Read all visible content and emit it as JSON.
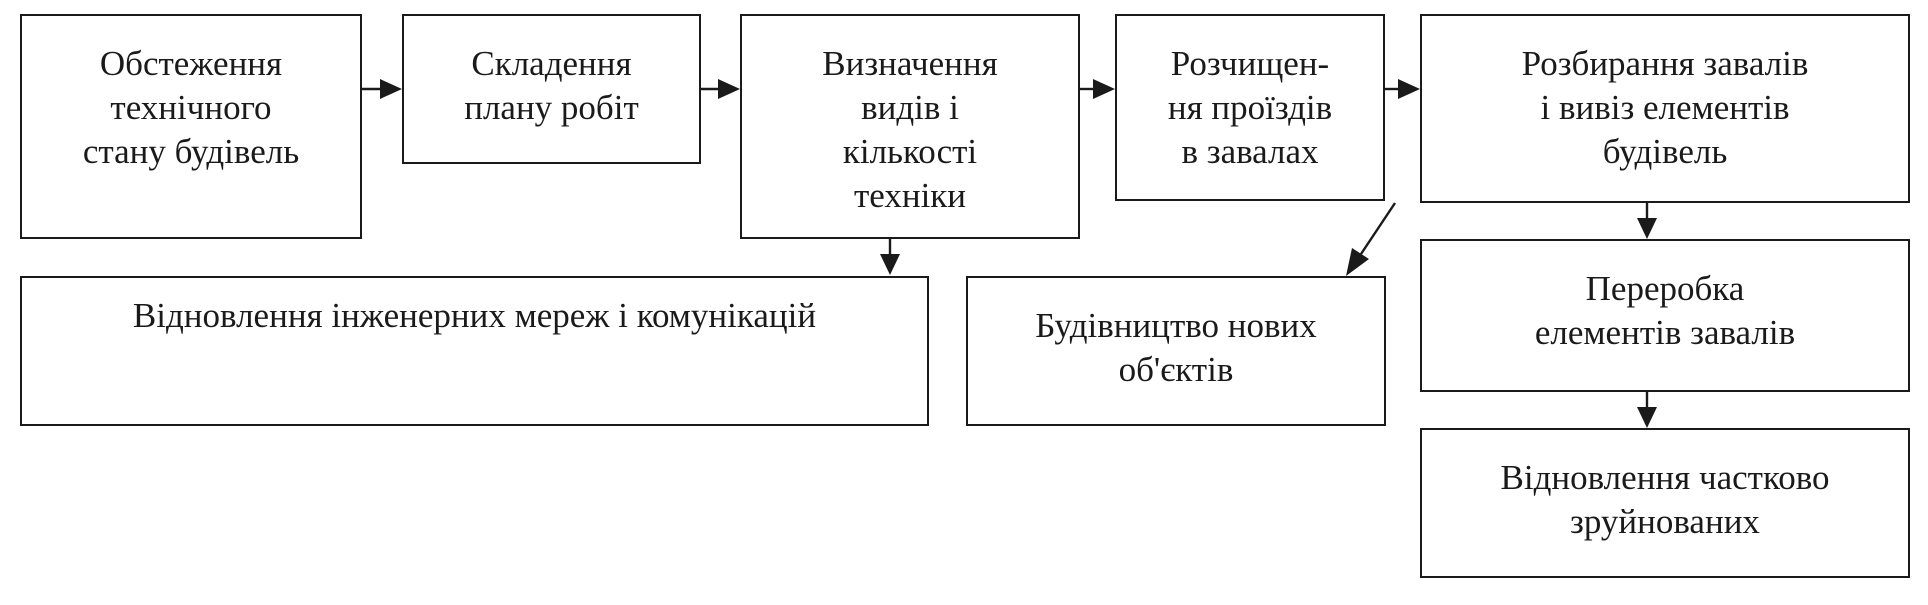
{
  "diagram": {
    "nodes": [
      {
        "id": "survey",
        "text": "Обстеження\nтехнічного\nстану будівель"
      },
      {
        "id": "plan",
        "text": "Складення\nплану робіт"
      },
      {
        "id": "equipment",
        "text": "Визначення\nвидів і\nкількості\nтехніки"
      },
      {
        "id": "clearing",
        "text": "Розчищен-\nня проїздів\nв завалах"
      },
      {
        "id": "dismantling",
        "text": "Розбирання завалів\nі вивіз елементів\nбудівель"
      },
      {
        "id": "networks",
        "text": "Відновлення інженерних мереж і комунікацій"
      },
      {
        "id": "new_objects",
        "text": "Будівництво нових\nоб'єктів"
      },
      {
        "id": "processing",
        "text": "Переробка\nелементів завалів"
      },
      {
        "id": "restoration",
        "text": "Відновлення частково\nзруйнованих"
      }
    ],
    "edges": [
      {
        "from": "survey",
        "to": "plan"
      },
      {
        "from": "plan",
        "to": "equipment"
      },
      {
        "from": "equipment",
        "to": "clearing"
      },
      {
        "from": "clearing",
        "to": "dismantling"
      },
      {
        "from": "equipment",
        "to": "networks"
      },
      {
        "from": "dismantling",
        "to": "new_objects"
      },
      {
        "from": "dismantling",
        "to": "processing"
      },
      {
        "from": "processing",
        "to": "restoration"
      }
    ]
  }
}
